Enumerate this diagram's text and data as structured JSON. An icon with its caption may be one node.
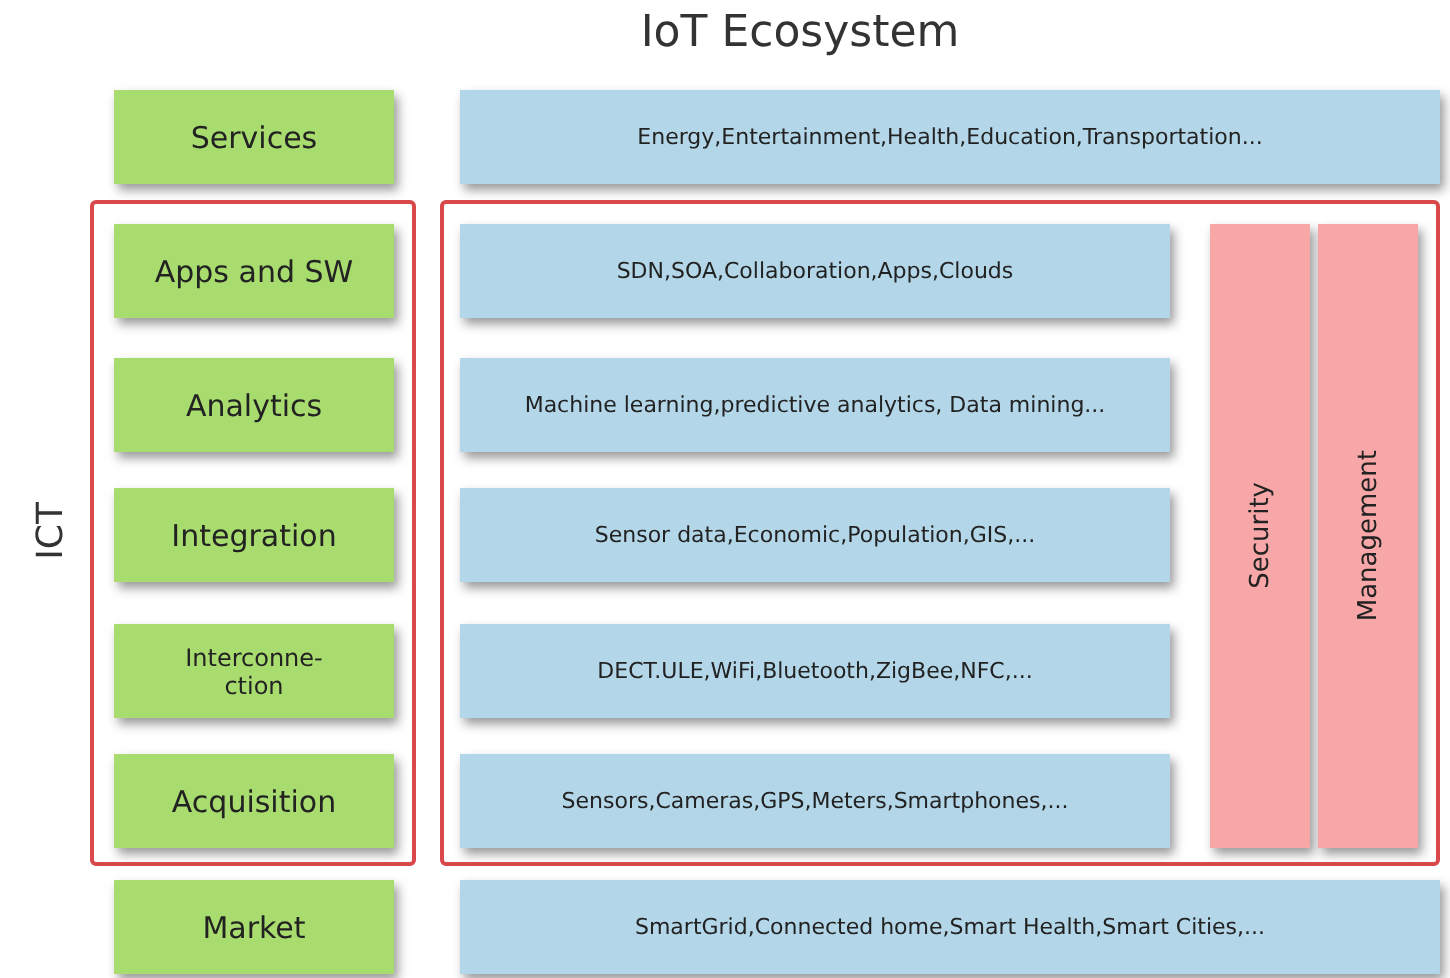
{
  "diagram": {
    "title": "IoT Ecosystem",
    "nodes": [
      {
        "text": [
          "Services"
        ]
      },
      {
        "text": [
          "Energy,Entertainment,Health,Education,Transportation..."
        ]
      },
      {
        "text": [
          "ICT"
        ]
      },
      {
        "text": [
          "Apps and SW"
        ],
        "in": 2
      },
      {
        "text": [
          "Analytics"
        ],
        "in": 2
      },
      {
        "text": [
          "Integration"
        ],
        "in": 2
      },
      {
        "text": [
          "Interconne- ction"
        ],
        "in": 2
      },
      {
        "text": [
          "Acquisition"
        ],
        "in": 2
      },
      {
        "text": [],
        "shape": "box"
      },
      {
        "text": [
          "SDN,SOA,Collaboration,Apps,Clouds"
        ],
        "in": 8
      },
      {
        "text": [
          "Machine learning,predictive analytics, Data mining..."
        ],
        "in": 8
      },
      {
        "text": [
          "Sensor data,Economic,Population,GIS,..."
        ],
        "in": 8
      },
      {
        "text": [
          "DECT.ULE,WiFi,Bluetooth,ZigBee,NFC,..."
        ],
        "in": 8
      },
      {
        "text": [
          "Sensors,Cameras,GPS,Meters,Smartphones,..."
        ],
        "in": 8
      },
      {
        "text": [
          "Security"
        ],
        "in": 8
      },
      {
        "text": [
          "Management"
        ],
        "in": 8
      },
      {
        "text": [
          "Market"
        ]
      },
      {
        "text": [
          "SmartGrid,Connected home,Smart Health,Smart Cities,..."
        ]
      }
    ]
  }
}
